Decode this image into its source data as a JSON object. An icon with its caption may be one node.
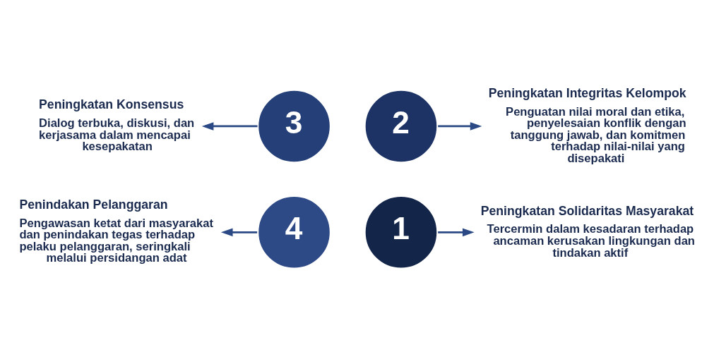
{
  "diagram": {
    "nodes": [
      {
        "text": [
          "1"
        ]
      },
      {
        "text": [
          "Peningkatan Solidaritas Masyarakat",
          "Tercermin dalam kesadaran terhadap ancaman kerusakan lingkungan dan tindakan aktif"
        ]
      },
      {
        "text": [
          "2"
        ]
      },
      {
        "text": [
          "Peningkatan Integritas Kelompok",
          "Penguatan nilai moral dan etika, penyelesaian konflik dengan tanggung jawab, dan komitmen terhadap nilai-nilai yang disepakati"
        ]
      },
      {
        "text": [
          "3"
        ]
      },
      {
        "text": [
          "Peningkatan Konsensus",
          "Dialog terbuka, diskusi, dan kerjasama dalam mencapai kesepakatan"
        ]
      },
      {
        "text": [
          "4"
        ]
      },
      {
        "text": [
          "Penindakan Pelanggaran",
          "Pengawasan ketat dari masyarakat dan penindakan tegas terhadap pelaku pelanggaran, seringkali melalui persidangan adat"
        ]
      }
    ],
    "edges": [
      {
        "from": 0,
        "to": 1,
        "arrow": "to"
      },
      {
        "from": 2,
        "to": 3,
        "arrow": "to"
      },
      {
        "from": 4,
        "to": 5,
        "arrow": "to"
      },
      {
        "from": 6,
        "to": 7,
        "arrow": "to"
      }
    ]
  }
}
